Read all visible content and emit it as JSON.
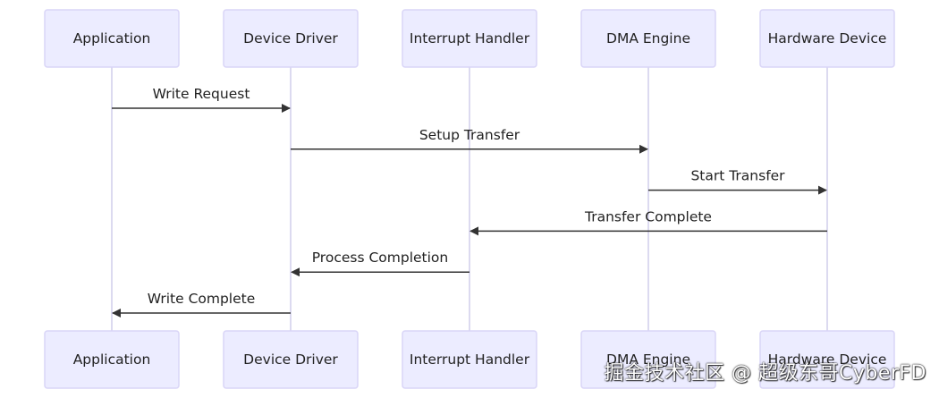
{
  "actors": [
    {
      "id": "app",
      "label": "Application"
    },
    {
      "id": "drv",
      "label": "Device Driver"
    },
    {
      "id": "irq",
      "label": "Interrupt Handler"
    },
    {
      "id": "dma",
      "label": "DMA Engine"
    },
    {
      "id": "hw",
      "label": "Hardware Device"
    }
  ],
  "messages": [
    {
      "from": "app",
      "to": "drv",
      "label": "Write Request"
    },
    {
      "from": "drv",
      "to": "dma",
      "label": "Setup Transfer"
    },
    {
      "from": "dma",
      "to": "hw",
      "label": "Start Transfer"
    },
    {
      "from": "hw",
      "to": "irq",
      "label": "Transfer Complete"
    },
    {
      "from": "irq",
      "to": "drv",
      "label": "Process Completion"
    },
    {
      "from": "drv",
      "to": "app",
      "label": "Write Complete"
    }
  ],
  "watermark": "掘金技术社区 @ 超级东哥CyberFD",
  "colors": {
    "actor_fill": "#ECECFF",
    "actor_border": "#D9D5F7",
    "lifeline": "#D3D0EC",
    "arrow": "#333333",
    "text": "#222222"
  }
}
